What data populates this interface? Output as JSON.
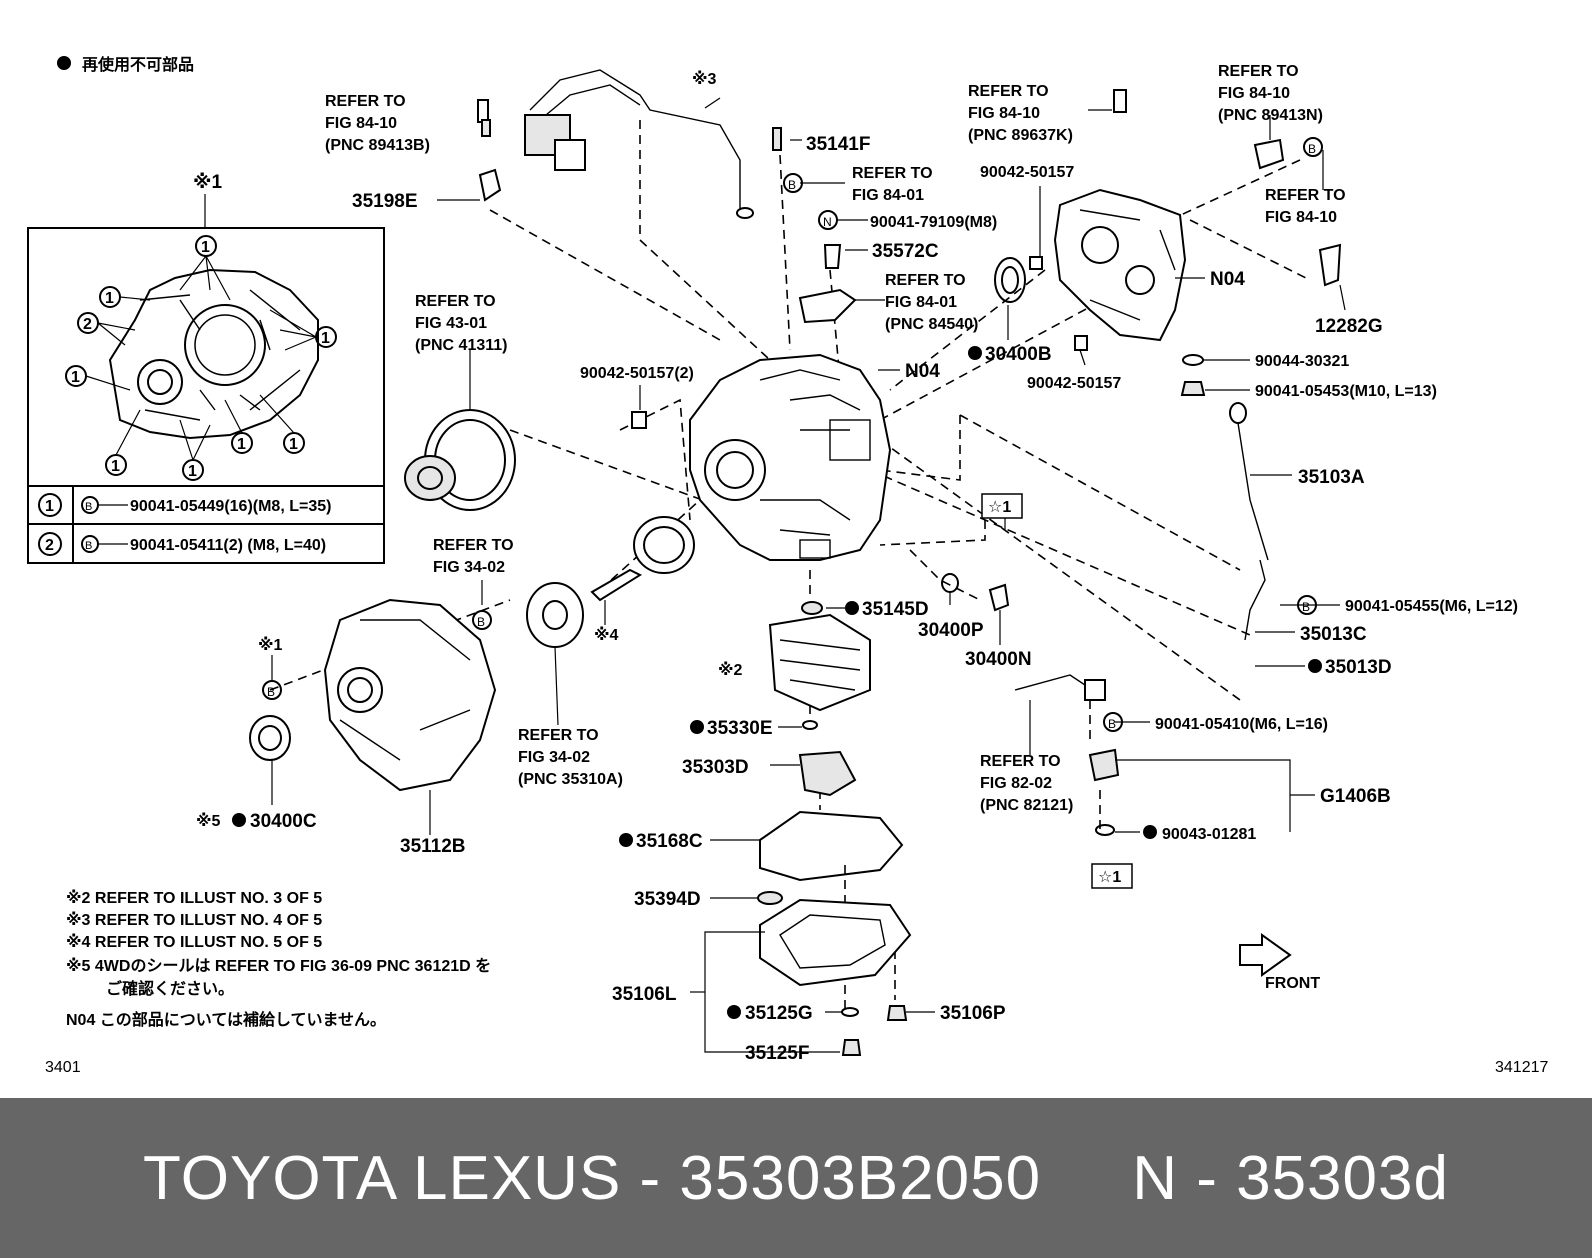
{
  "legend": {
    "note": "再使用不可部品"
  },
  "codes": {
    "bottom_left": "3401",
    "bottom_right": "341217"
  },
  "notes": [
    "※2  REFER  TO  ILLUST  NO. 3  OF  5",
    "※3  REFER  TO  ILLUST  NO. 4  OF  5",
    "※4  REFER  TO  ILLUST  NO. 5  OF  5",
    "※5  4WDのシールは REFER TO FIG 36-09 PNC 36121D を",
    "ご確認ください。",
    "N04  この部品については補給していません。"
  ],
  "inset": {
    "mark": "※1",
    "rows": [
      {
        "num": "1",
        "b": "B",
        "text": "90041-05449(16)(M8, L=35)"
      },
      {
        "num": "2",
        "b": "B",
        "text": "90041-05411(2)  (M8, L=40)"
      }
    ]
  },
  "labels": {
    "l01": "REFER  TO",
    "l02": "FIG  84-10",
    "l03": "(PNC  89413B)",
    "l04": "※3",
    "l05": "35141F",
    "l06": "35198E",
    "l07": "REFER  TO",
    "l08": "FIG  84-01",
    "l09": "90041-79109(M8)",
    "l10": "35572C",
    "l11": "REFER  TO",
    "l12": "FIG  84-01",
    "l13": "(PNC  84540)",
    "l14": "REFER  TO",
    "l15": "FIG  84-10",
    "l16": "(PNC  89637K)",
    "l17": "90042-50157",
    "l18": "REFER  TO",
    "l19": "FIG  84-10",
    "l20": "(PNC  89413N)",
    "l21": "REFER  TO",
    "l22": "FIG  84-10",
    "l23": "N04",
    "l24": "12282G",
    "l25": "30400B",
    "l26": "90042-50157",
    "l27": "90044-30321",
    "l28": "90041-05453(M10, L=13)",
    "l29": "REFER  TO",
    "l30": "FIG  43-01",
    "l31": "(PNC  41311)",
    "l32": "90042-50157(2)",
    "l33": "N04",
    "l34": "35103A",
    "l35": "☆1",
    "l36": "REFER  TO",
    "l37": "FIG  34-02",
    "l38": "※1",
    "l39": "※4",
    "l40": "35145D",
    "l41": "30400P",
    "l42": "30400N",
    "l43": "90041-05455(M6, L=12)",
    "l44": "35013C",
    "l45": "35013D",
    "l46": "※2",
    "l47": "REFER  TO",
    "l48": "FIG  34-02",
    "l49": "(PNC  35310A)",
    "l50": "35330E",
    "l51": "35303D",
    "l52": "90041-05410(M6, L=16)",
    "l53": "REFER  TO",
    "l54": "FIG  82-02",
    "l55": "(PNC  82121)",
    "l56": "G1406B",
    "l57": "※5",
    "l58": "30400C",
    "l59": "35112B",
    "l60": "35168C",
    "l61": "90043-01281",
    "l62": "☆1",
    "l63": "35394D",
    "l64": "35106L",
    "l65": "35125G",
    "l66": "35106P",
    "l67": "35125F",
    "l68": "FRONT"
  },
  "banner": {
    "text": "TOYOTA LEXUS - 35303B2050     N - 35303d"
  }
}
